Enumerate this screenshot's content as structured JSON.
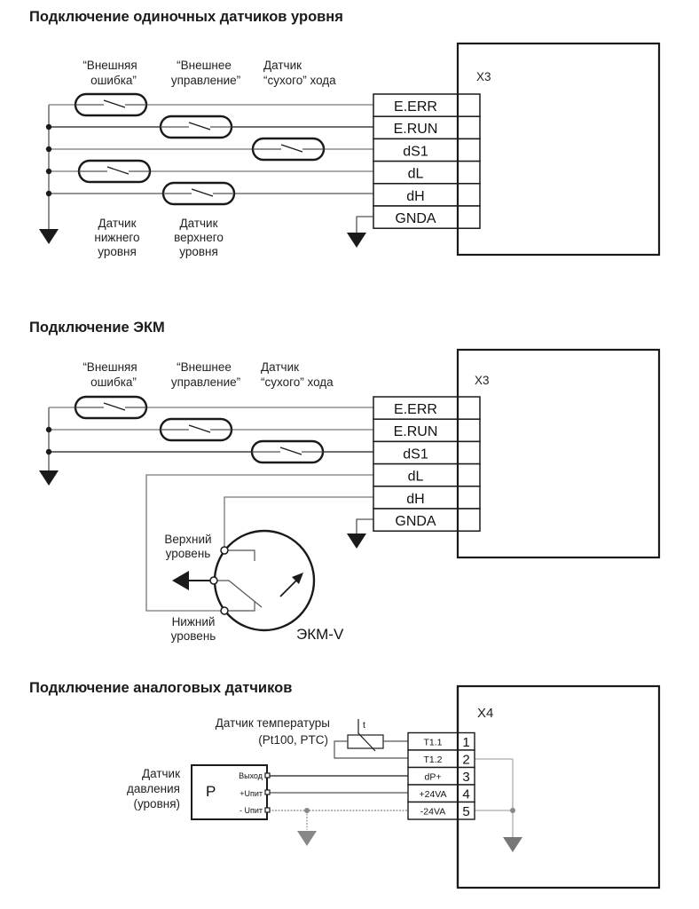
{
  "section1": {
    "title": "Подключение одиночных датчиков уровня",
    "labels": {
      "ext_error_1": "“Внешняя",
      "ext_error_2": "ошибка”",
      "ext_control_1": "“Внешнее",
      "ext_control_2": "управление”",
      "dry_run_1": "Датчик",
      "dry_run_2": "“сухого” хода",
      "low_level_1": "Датчик",
      "low_level_2": "нижнего",
      "low_level_3": "уровня",
      "high_level_1": "Датчик",
      "high_level_2": "верхнего",
      "high_level_3": "уровня"
    },
    "connector": "X3",
    "terminals": [
      "E.ERR",
      "E.RUN",
      "dS1",
      "dL",
      "dH",
      "GNDA"
    ]
  },
  "section2": {
    "title": "Подключение ЭКМ",
    "labels": {
      "ext_error_1": "“Внешняя",
      "ext_error_2": "ошибка”",
      "ext_control_1": "“Внешнее",
      "ext_control_2": "управление”",
      "dry_run_1": "Датчик",
      "dry_run_2": "“сухого” хода",
      "upper_1": "Верхний",
      "upper_2": "уровень",
      "lower_1": "Нижний",
      "lower_2": "уровень",
      "device": "ЭКМ-V"
    },
    "connector": "X3",
    "terminals": [
      "E.ERR",
      "E.RUN",
      "dS1",
      "dL",
      "dH",
      "GNDA"
    ]
  },
  "section3": {
    "title": "Подключение аналоговых датчиков",
    "temp_sensor_1": "Датчик температуры",
    "temp_sensor_2": "(Pt100, PTC)",
    "temp_symbol": "t",
    "pressure_sensor_1": "Датчик",
    "pressure_sensor_2": "давления",
    "pressure_sensor_3": "(уровня)",
    "sensor_letter": "P",
    "sensor_pins": [
      "Выход",
      "+Uпит",
      "- Uпит"
    ],
    "connector": "X4",
    "terminals": [
      "T1.1",
      "T1.2",
      "dP+",
      "+24VA",
      "-24VA"
    ],
    "terminal_numbers": [
      "1",
      "2",
      "3",
      "4",
      "5"
    ]
  },
  "colors": {
    "line_dark": "#1a1a1a",
    "line_gray": "#7a7a7a",
    "ground_gray": "#808080"
  }
}
